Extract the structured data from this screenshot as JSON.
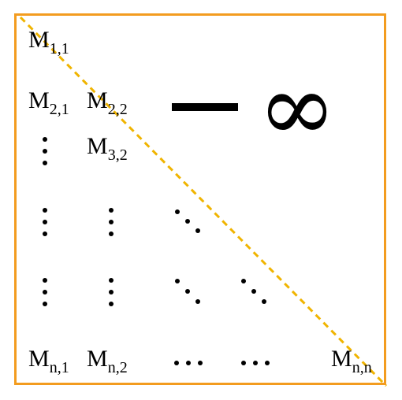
{
  "colors": {
    "frame": "#f39c1f",
    "diagonal": "#f0b400",
    "text": "#000000"
  },
  "entries": {
    "m11": {
      "base": "M",
      "sub": "1,1"
    },
    "m21": {
      "base": "M",
      "sub": "2,1"
    },
    "m22": {
      "base": "M",
      "sub": "2,2"
    },
    "m32": {
      "base": "M",
      "sub": "3,2"
    },
    "mn1": {
      "base": "M",
      "sub": "n,1"
    },
    "mn2": {
      "base": "M",
      "sub": "n,2"
    },
    "mnn": {
      "base": "M",
      "sub": "n,n"
    }
  },
  "upper_value": {
    "sign": "minus",
    "symbol": "∞"
  },
  "bottom_ellipsis": "…"
}
